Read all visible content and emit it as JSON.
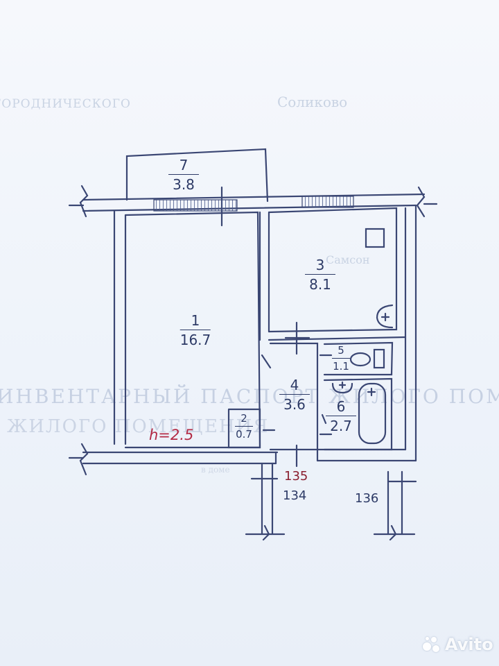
{
  "rooms": [
    {
      "number": "1",
      "area": "16.7"
    },
    {
      "number": "2",
      "area": "0.7"
    },
    {
      "number": "3",
      "area": "8.1"
    },
    {
      "number": "4",
      "area": "3.6"
    },
    {
      "number": "5",
      "area": "1.1"
    },
    {
      "number": "6",
      "area": "2.7"
    },
    {
      "number": "7",
      "area": "3.8"
    }
  ],
  "note": "h=2.5",
  "dimensions": {
    "mark_red": "135",
    "left": "134",
    "right": "136"
  },
  "background_text": {
    "line1": "ГОРОДНИЧЕСКОГО",
    "line2": "Соликово",
    "line3": "Самсон",
    "line4": "ИНВЕНТАРНЫЙ ПАСПОРТ ЖИЛОГО ПОМЕЩЕНИЯ",
    "line5": "ЖИЛОГО ПОМЕЩЕНИЯ",
    "line6": "в доме"
  },
  "watermark": "Avito",
  "colors": {
    "ink": "#2d3a66",
    "red_ink": "#b32a45",
    "window_hatch": "#4a5a8c"
  }
}
